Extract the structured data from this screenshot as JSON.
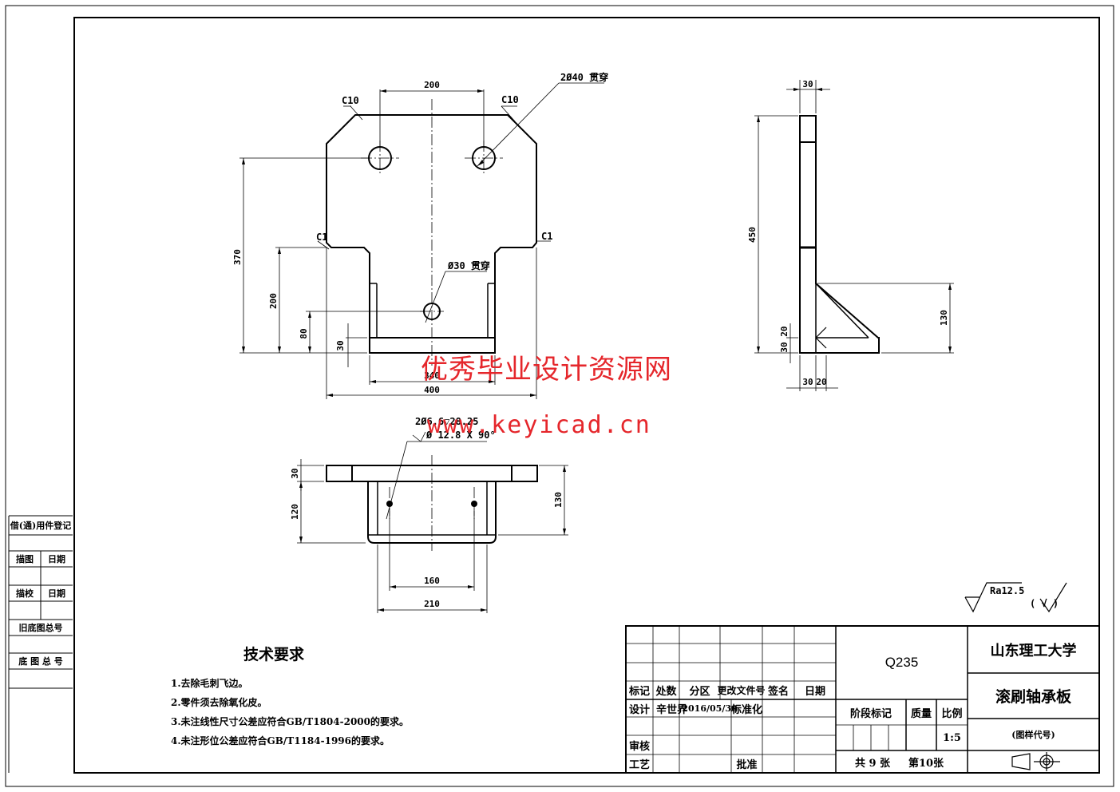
{
  "watermark": {
    "cn": "优秀毕业设计资源网",
    "url": "www.keyicad.cn"
  },
  "side_table": {
    "r1": "借(通)用件登记",
    "r2a": "描图",
    "r2b": "日期",
    "r3a": "描校",
    "r3b": "日期",
    "r4": "旧底图总号",
    "r5": "底 图 总 号"
  },
  "front_view": {
    "c10_left": "C10",
    "c10_right": "C10",
    "c1_left": "C1",
    "c1_right": "C1",
    "hole_top": "2Ø40 贯穿",
    "hole_mid": "Ø30 贯穿",
    "d200_top": "200",
    "d370": "370",
    "d200_left": "200",
    "d80": "80",
    "d30": "30",
    "d340": "340",
    "d400": "400"
  },
  "side_view": {
    "d30_top": "30",
    "d450": "450",
    "d130": "130",
    "d30_20_v": "30 20",
    "d30_b": "30",
    "d20_b": "20"
  },
  "top_view": {
    "hole_callout1": "2Ø6.6▽28.25",
    "hole_callout2": "Ø 12.8 X 90°",
    "d30": "30",
    "d120": "120",
    "d130": "130",
    "d160": "160",
    "d210": "210"
  },
  "roughness": {
    "value": "Ra12.5",
    "other": "( √ )"
  },
  "tech_req": {
    "title": "技术要求",
    "items": [
      "1.去除毛刺飞边。",
      "2.零件须去除氧化皮。",
      "3.未注线性尺寸公差应符合GB/T1804-2000的要求。",
      "4.未注形位公差应符合GB/T1184-1996的要求。"
    ]
  },
  "title_block": {
    "h_mark": "标记",
    "h_count": "处数",
    "h_zone": "分区",
    "h_doc": "更改文件号",
    "h_sign": "签名",
    "h_date": "日期",
    "design": "设计",
    "designer": "辛世界",
    "design_date": "2016/05/30",
    "standardize": "标准化",
    "review": "审核",
    "process": "工艺",
    "approve": "批准",
    "material": "Q235",
    "stage": "阶段标记",
    "mass": "质量",
    "scale_label": "比例",
    "scale": "1:5",
    "sheets_total": "共 9 张",
    "sheet_no": "第10张",
    "university": "山东理工大学",
    "part_name": "滚刷轴承板",
    "drawing_code": "(图样代号)"
  }
}
